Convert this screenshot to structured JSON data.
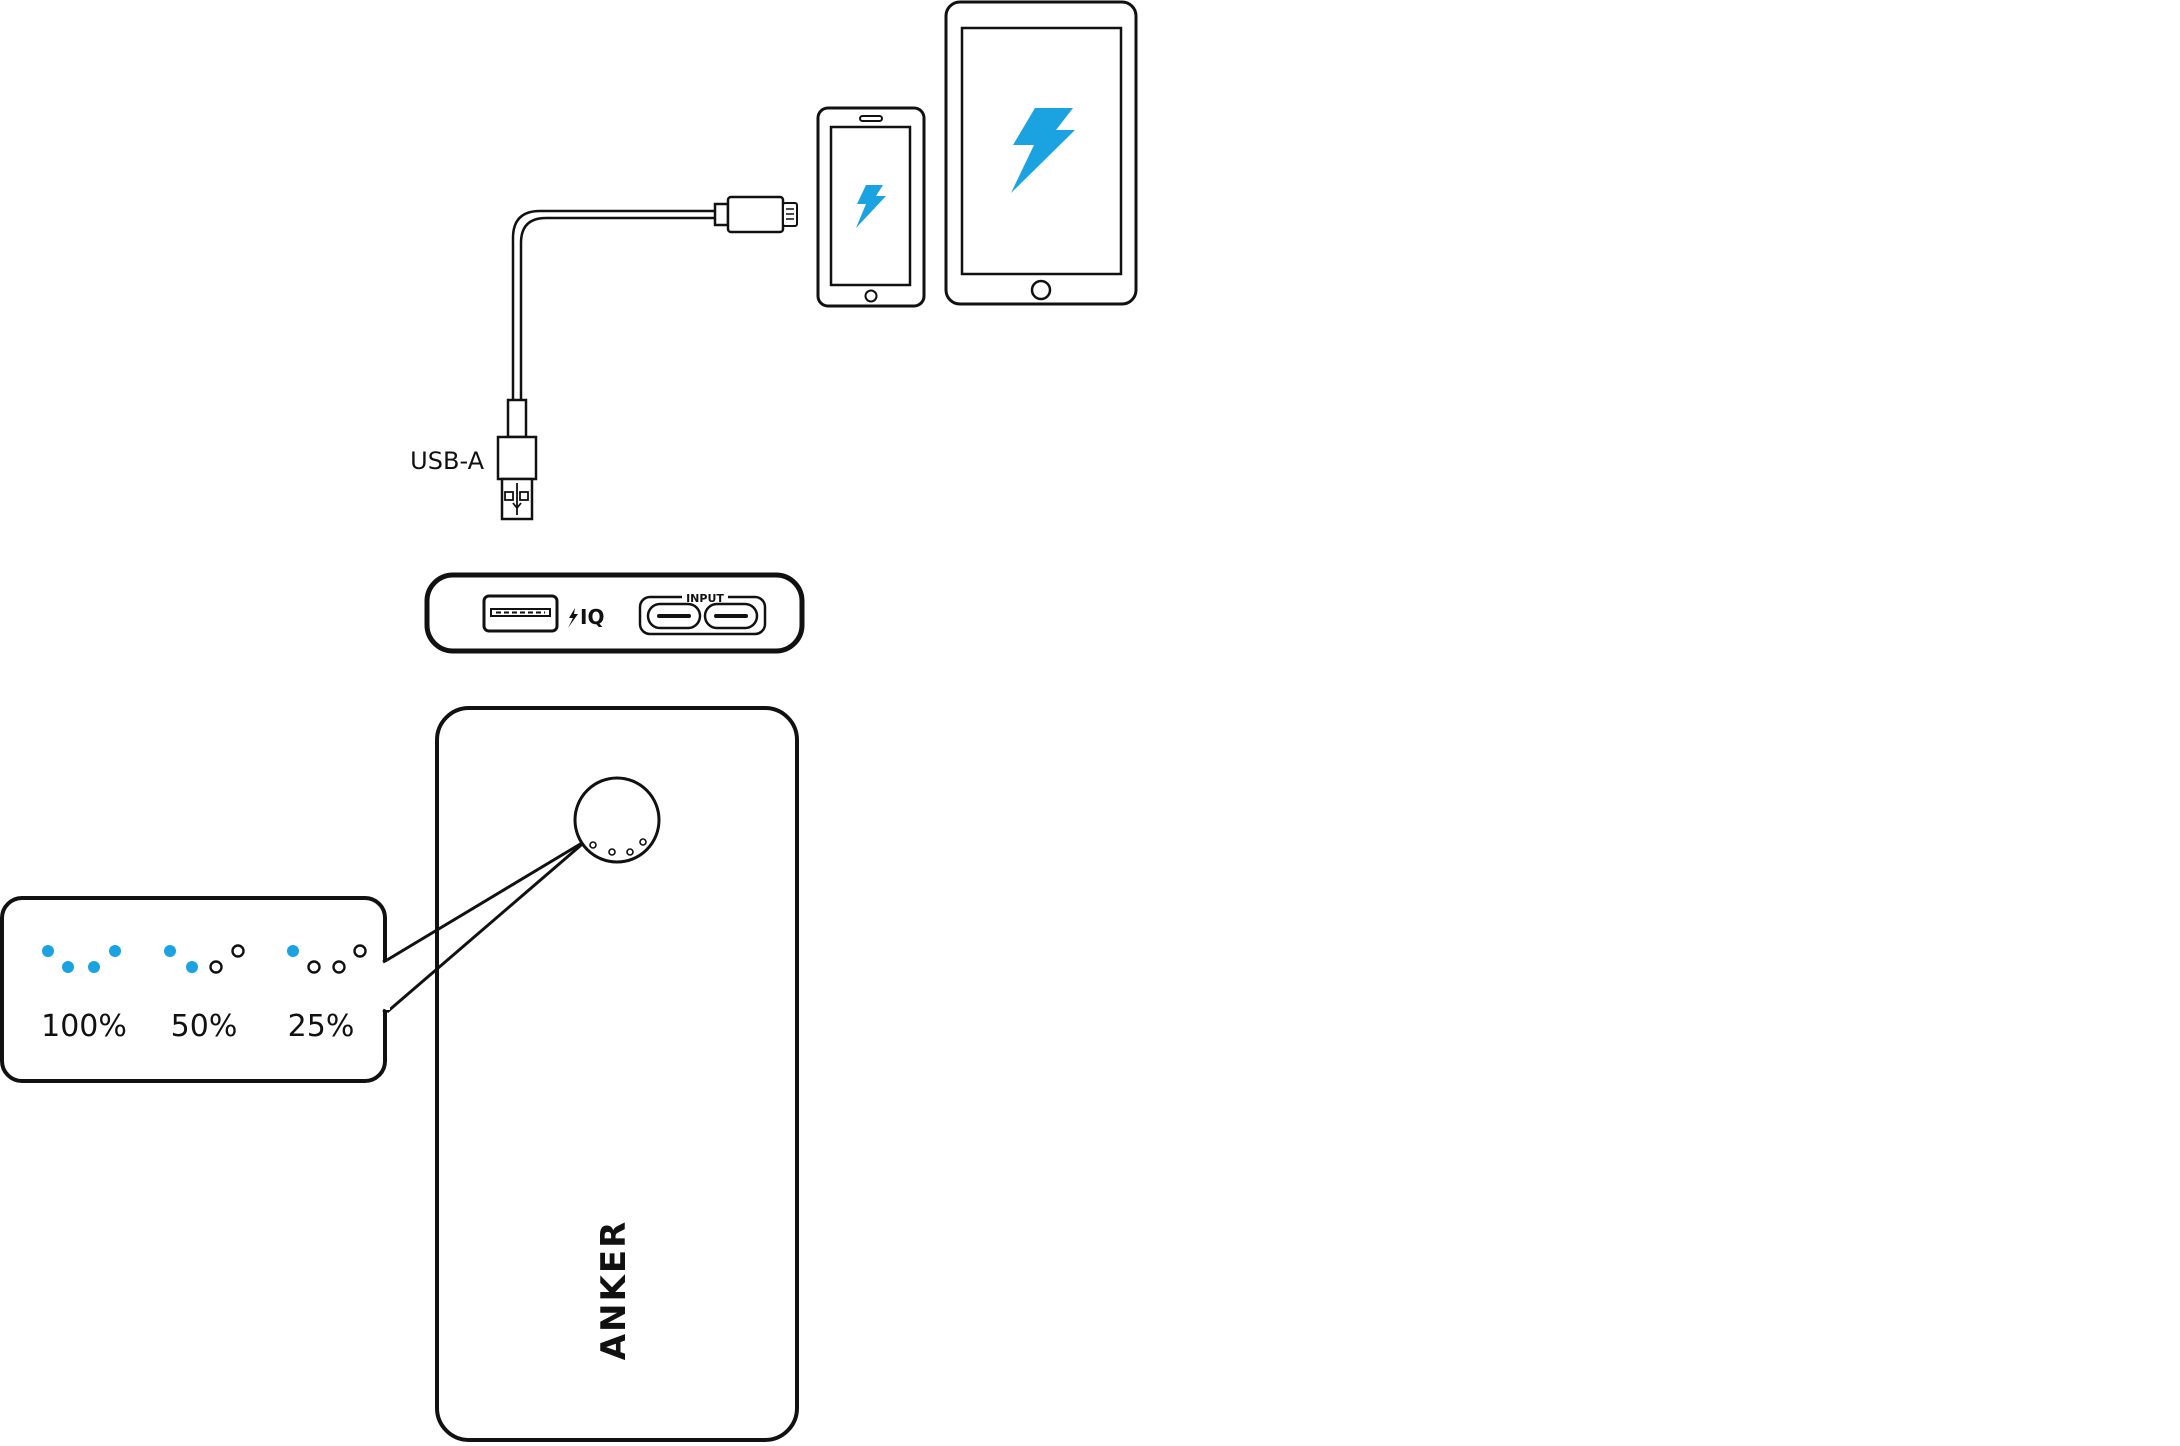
{
  "cable": {
    "connector_label": "USB-A"
  },
  "power_bank": {
    "port_logo": "IQ",
    "input_label": "INPUT",
    "brand": "ANKER"
  },
  "battery_levels": [
    {
      "label": "100%",
      "leds_lit": 4
    },
    {
      "label": "50%",
      "leds_lit": 2
    },
    {
      "label": "25%",
      "leds_lit": 1
    }
  ],
  "colors": {
    "accent": "#1aa3e0",
    "line": "#111111"
  }
}
